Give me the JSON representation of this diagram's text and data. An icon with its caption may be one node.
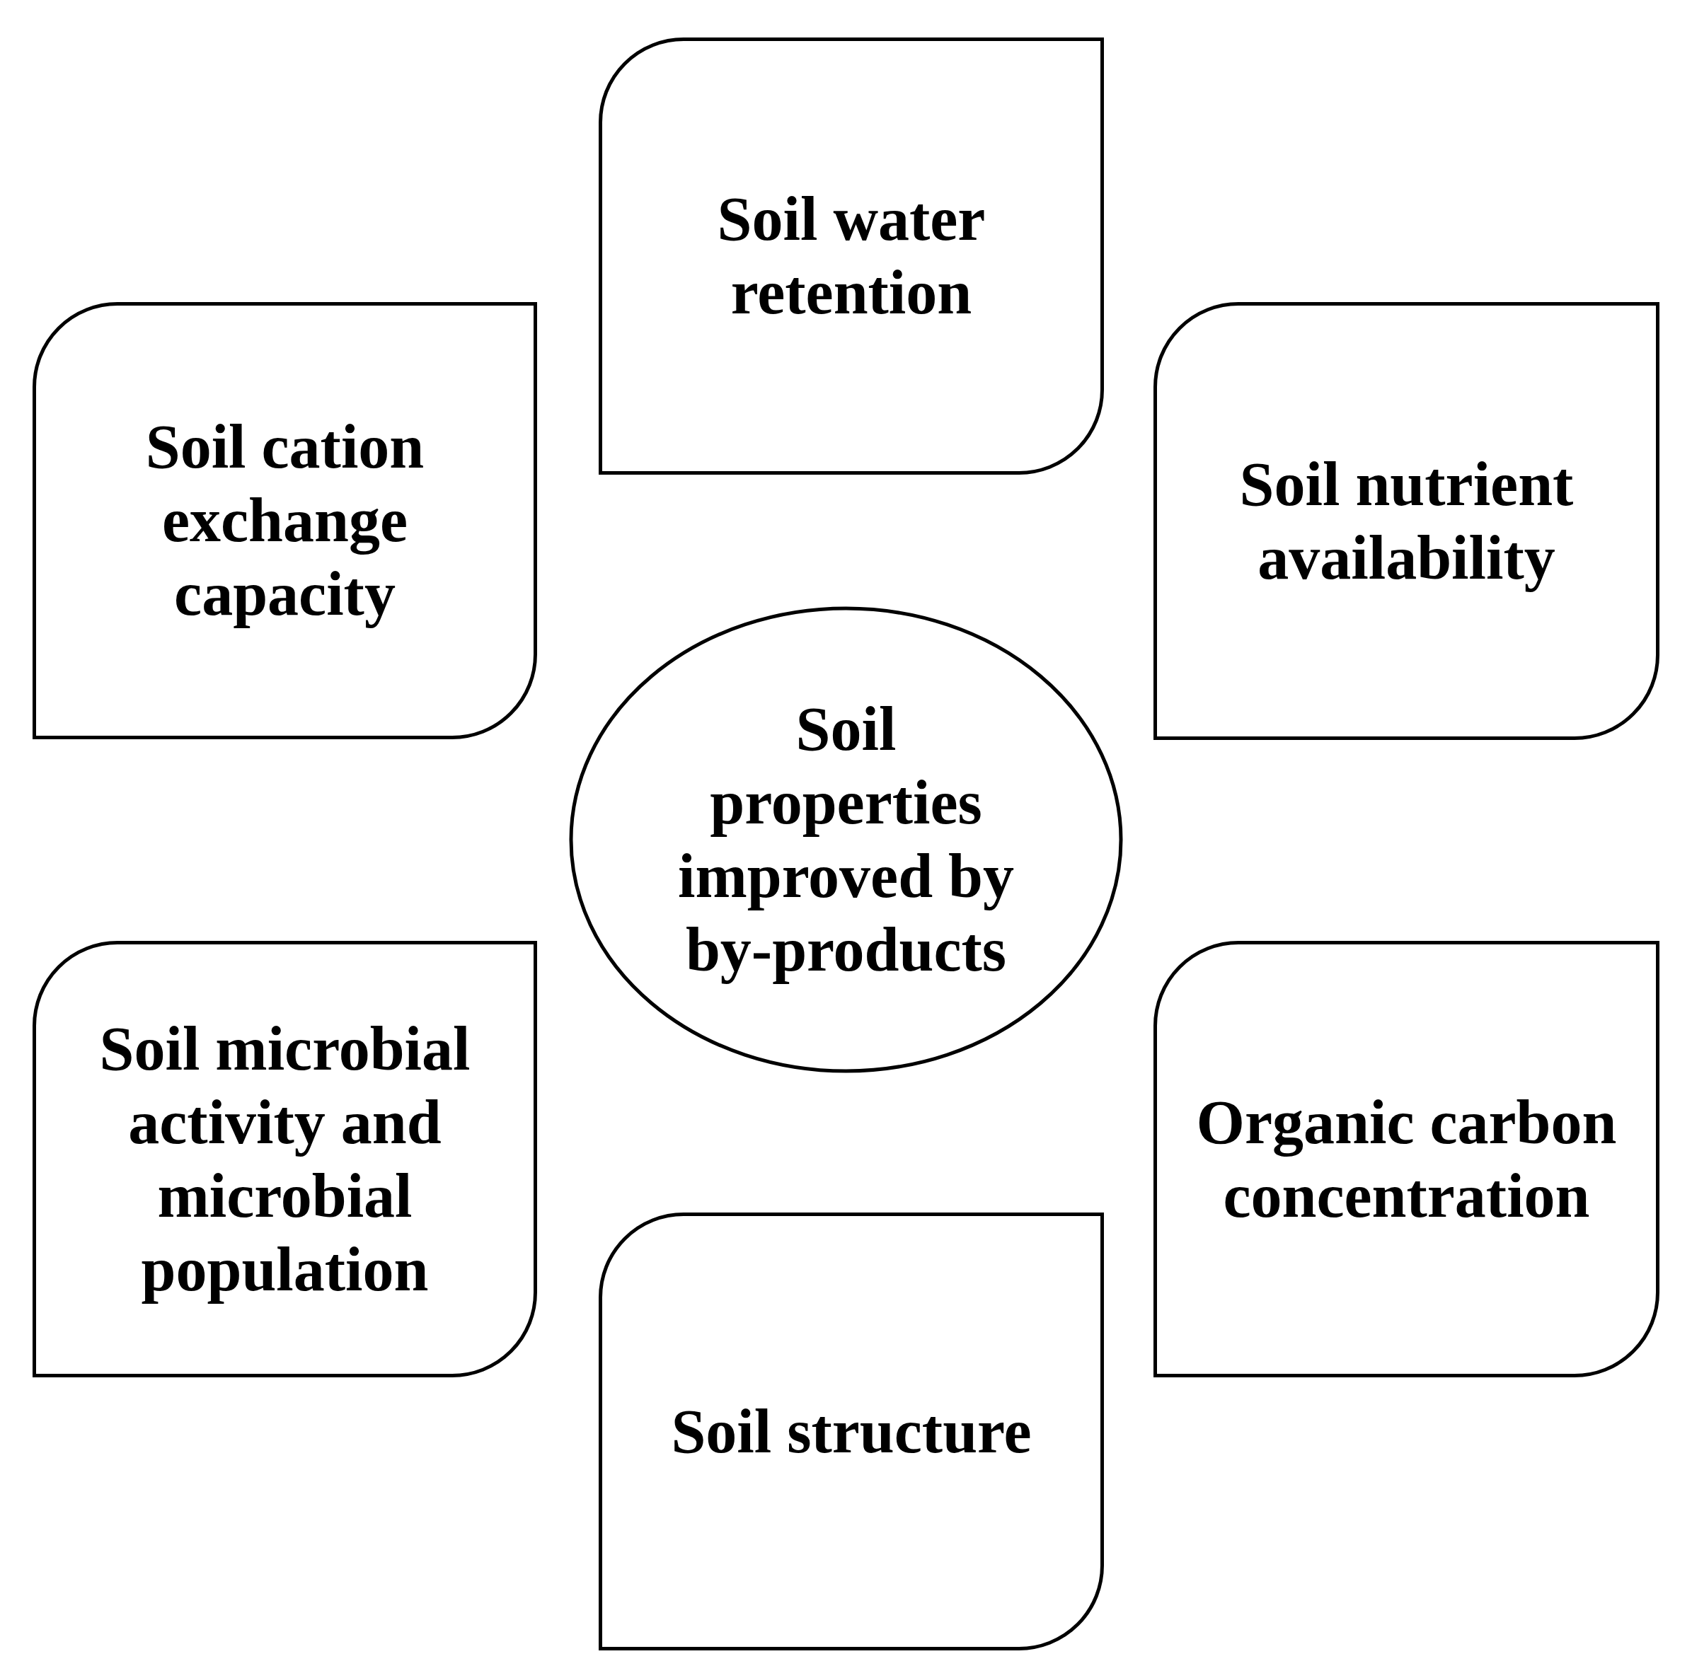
{
  "diagram": {
    "nodes": [
      {
        "text": [
          "Soil water retention"
        ]
      },
      {
        "text": [
          "Soil cation exchange capacity"
        ]
      },
      {
        "text": [
          "Soil nutrient availability"
        ]
      },
      {
        "text": [
          "Soil properties improved by by-products"
        ]
      },
      {
        "text": [
          "Soil microbial activity and microbial population"
        ]
      },
      {
        "text": [
          "Organic carbon concentration"
        ]
      },
      {
        "text": [
          "Soil structure"
        ]
      }
    ],
    "edges": []
  }
}
